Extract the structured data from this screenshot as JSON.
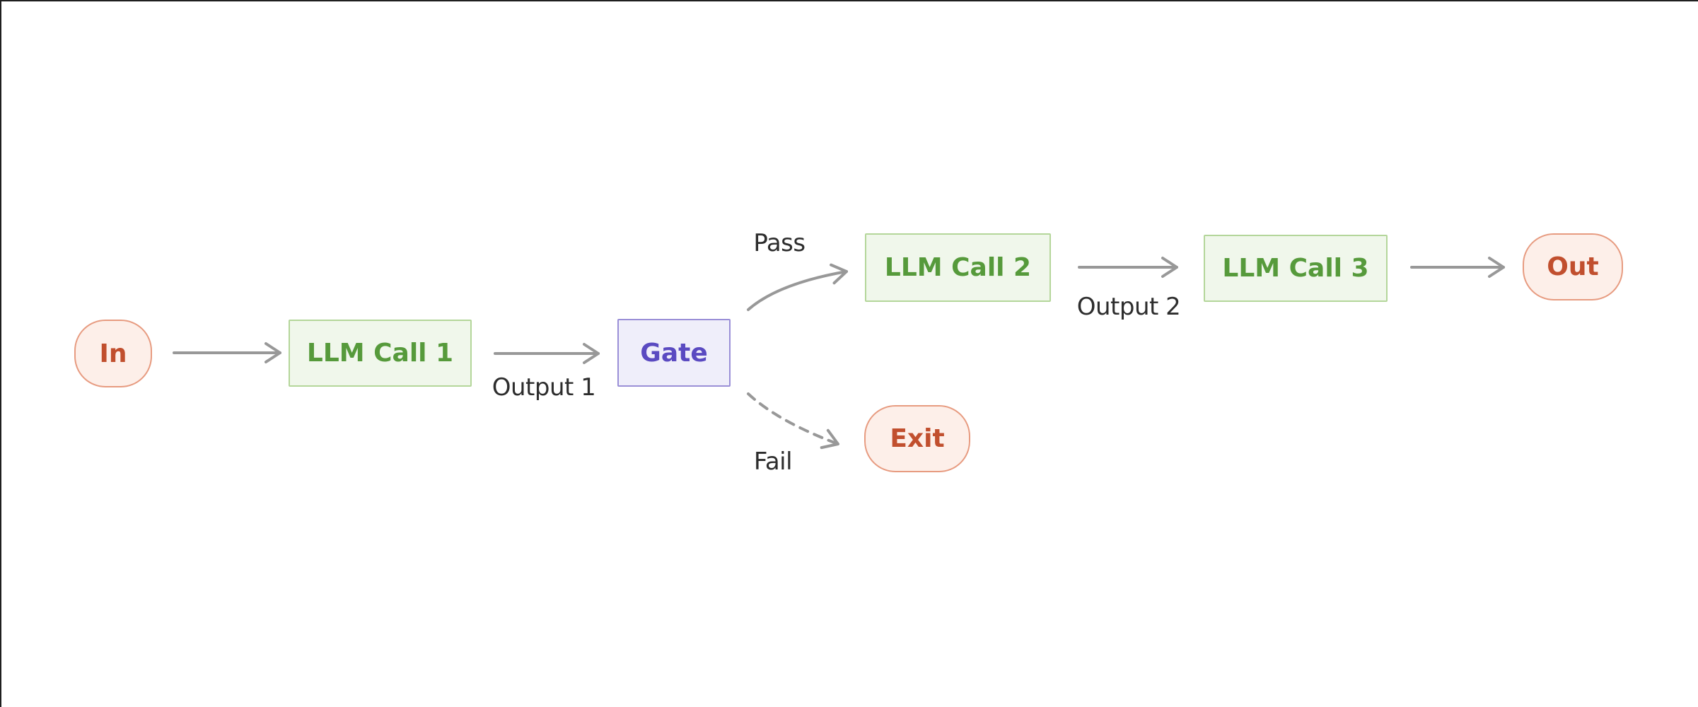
{
  "diagram": {
    "type": "flowchart",
    "nodes": [
      {
        "id": "in",
        "label": "In",
        "shape": "pill",
        "role": "input-terminal"
      },
      {
        "id": "llm1",
        "label": "LLM Call 1",
        "shape": "rect",
        "role": "llm-step"
      },
      {
        "id": "gate",
        "label": "Gate",
        "shape": "rect",
        "role": "decision"
      },
      {
        "id": "llm2",
        "label": "LLM Call 2",
        "shape": "rect",
        "role": "llm-step"
      },
      {
        "id": "llm3",
        "label": "LLM Call 3",
        "shape": "rect",
        "role": "llm-step"
      },
      {
        "id": "out",
        "label": "Out",
        "shape": "pill",
        "role": "output-terminal"
      },
      {
        "id": "exit",
        "label": "Exit",
        "shape": "pill",
        "role": "exit-terminal"
      }
    ],
    "edges": [
      {
        "from": "In",
        "to": "LLM Call 1",
        "label": "",
        "style": "solid"
      },
      {
        "from": "LLM Call 1",
        "to": "Gate",
        "label": "Output 1",
        "style": "solid"
      },
      {
        "from": "Gate",
        "to": "LLM Call 2",
        "label": "Pass",
        "style": "solid-curved"
      },
      {
        "from": "Gate",
        "to": "Exit",
        "label": "Fail",
        "style": "dashed-curved"
      },
      {
        "from": "LLM Call 2",
        "to": "LLM Call 3",
        "label": "Output 2",
        "style": "solid"
      },
      {
        "from": "LLM Call 3",
        "to": "Out",
        "label": "",
        "style": "solid"
      }
    ],
    "colors": {
      "terminal_fill": "#fdefe9",
      "terminal_border": "#e79b80",
      "terminal_text": "#c14f2e",
      "llm_fill": "#f0f7eb",
      "llm_border": "#b4d69a",
      "llm_text": "#569a3b",
      "gate_fill": "#efeefa",
      "gate_border": "#9a8fd7",
      "gate_text": "#5a4ac1",
      "arrow": "#989898",
      "label_text": "#2d2d2d",
      "frame": "#1f1f1f",
      "background": "#ffffff"
    }
  }
}
